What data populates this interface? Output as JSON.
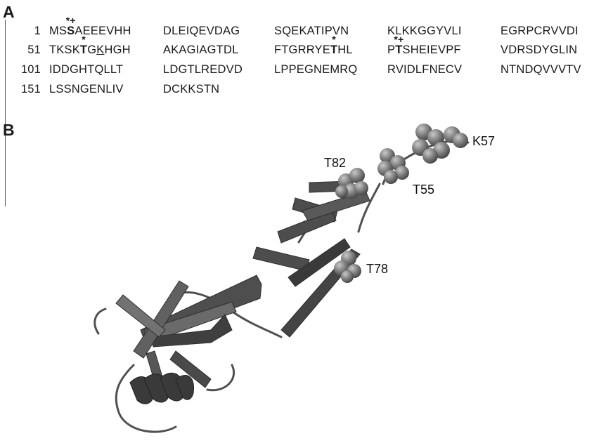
{
  "panel_a": {
    "letter": "A",
    "rows": [
      {
        "num": "1",
        "blocks": [
          {
            "pre": "MS",
            "mark_res": "S",
            "mark": "*+",
            "post": "AEEEVHH"
          },
          {
            "text": "DLEIQEVDAG"
          },
          {
            "text": "SQEKATIPVN"
          },
          {
            "text": "KLKKGGYVLI"
          },
          {
            "text": "EGRPCRVVDI"
          }
        ]
      },
      {
        "num": "51",
        "blocks": [
          {
            "pre": "TKSK",
            "mark_res": "T",
            "mark": "*",
            "mid": "G",
            "ul": "K",
            "post": "HGH"
          },
          {
            "text": "AKAGIAGTDL"
          },
          {
            "pre": "FTGRRYE",
            "mark_res": "T",
            "mark": "*",
            "post": "HL"
          },
          {
            "pre": "P",
            "mark_res": "T",
            "mark": "*+",
            "post": "SHEIEVPF"
          },
          {
            "text": "VDRSDYGLIN"
          }
        ]
      },
      {
        "num": "101",
        "blocks": [
          {
            "text": "IDDGHTQLLT"
          },
          {
            "text": "LDGTLREDVD"
          },
          {
            "text": "LPPEGNEMRQ"
          },
          {
            "text": "RVIDLFNECV"
          },
          {
            "text": "NTNDQVVVTV"
          }
        ]
      },
      {
        "num": "151",
        "blocks": [
          {
            "text": "LSSNGENLIV"
          },
          {
            "text": "DCKKSTN"
          }
        ]
      }
    ]
  },
  "panel_b": {
    "letter": "B",
    "labels": {
      "k57": "K57",
      "t82": "T82",
      "t55": "T55",
      "t78": "T78"
    },
    "colors": {
      "ribbon": "#4a4a4a",
      "ribbon_light": "#6e6e6e",
      "sphere": "#7a7a7a"
    }
  }
}
